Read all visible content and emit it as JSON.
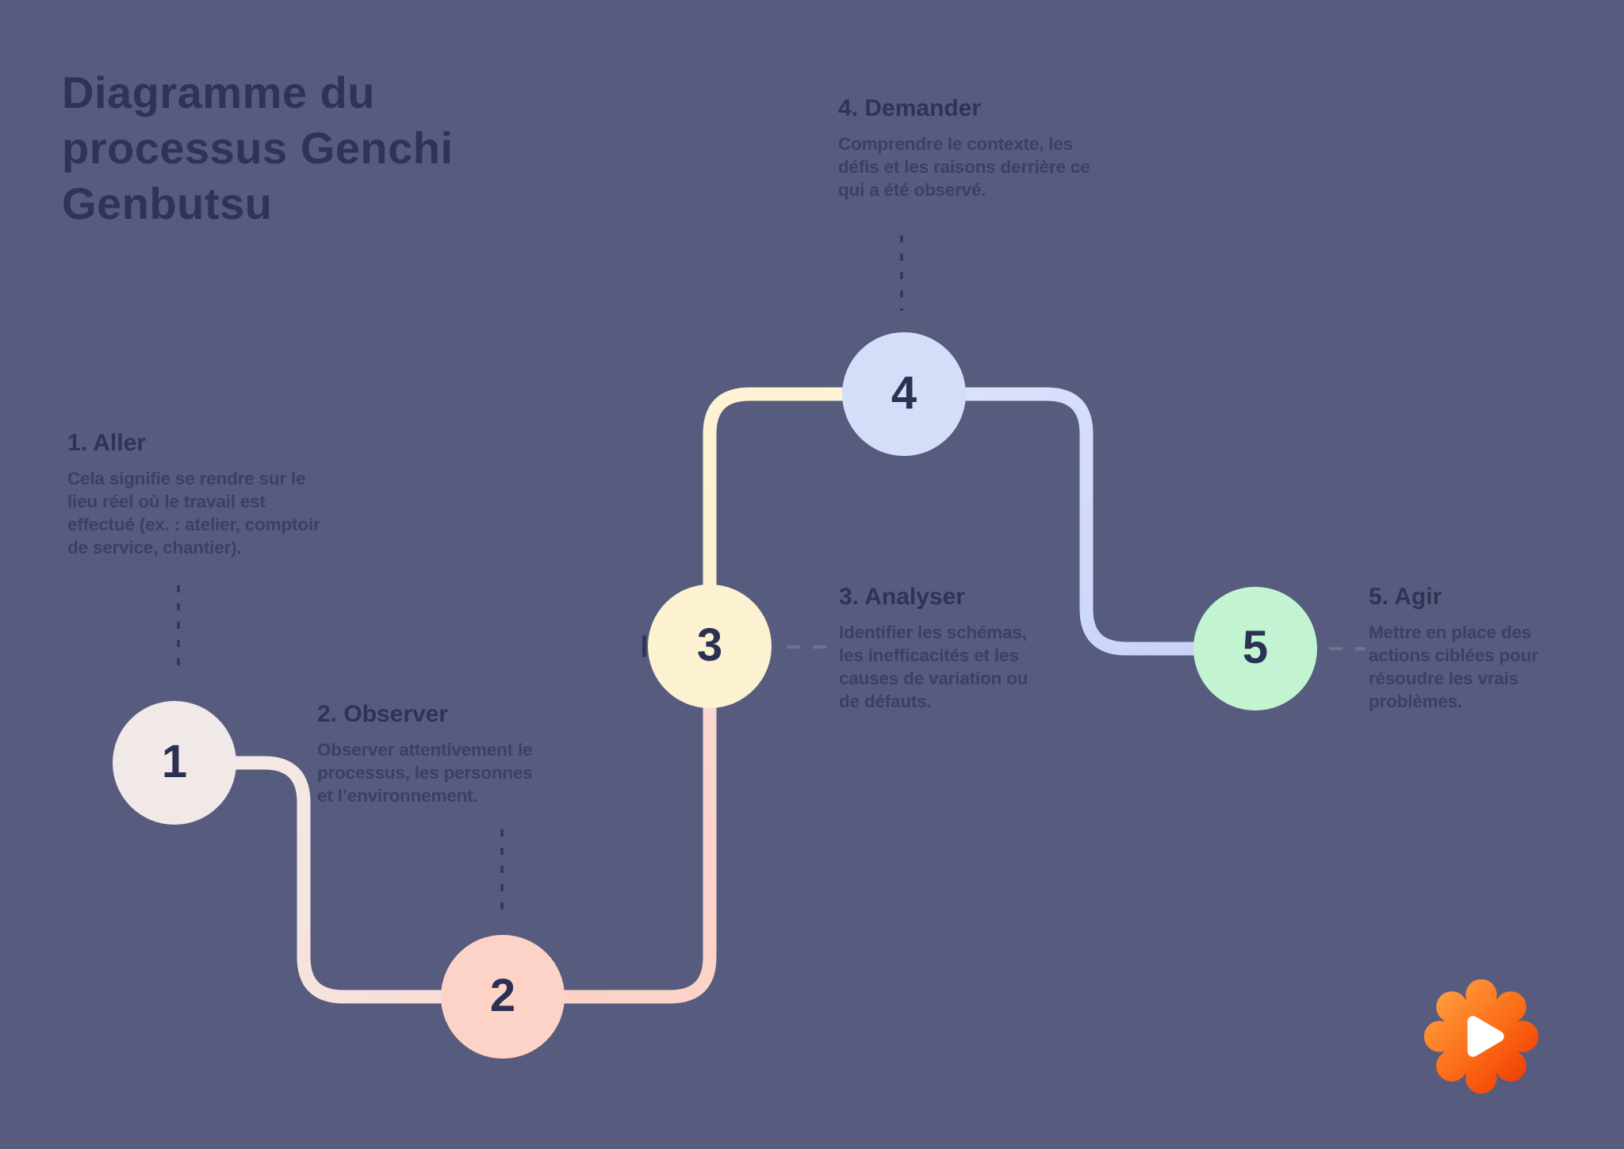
{
  "page": {
    "title": "Diagramme du\nprocessus Genchi\nGenbutsu",
    "background_color": "#575b7d",
    "title_color": "#2e3455",
    "body_text_color": "#3a4163"
  },
  "steps": [
    {
      "number": "1",
      "heading": "1. Aller",
      "description": "Cela signifie se rendre sur le\nlieu réel où le travail est\neffectué (ex. : atelier, comptoir\nde service, chantier).",
      "circle_color": "#f1e9e8"
    },
    {
      "number": "2",
      "heading": "2. Observer",
      "description": "Observer attentivement le\nprocessus, les personnes\net l’environnement.",
      "circle_color": "#fdd3c8"
    },
    {
      "number": "3",
      "heading": "3. Analyser",
      "description": "Identifier les schémas,\nles inefficacités et les\ncauses de variation ou\nde défauts.",
      "circle_color": "#fcf2d1"
    },
    {
      "number": "4",
      "heading": "4. Demander",
      "description": "Comprendre le contexte, les\ndéfis et les raisons derrière ce\nqui a été observé.",
      "circle_color": "#d5def9"
    },
    {
      "number": "5",
      "heading": "5. Agir",
      "description": "Mettre en place des\nactions ciblées pour\nrésoudre les vrais\nproblèmes.",
      "circle_color": "#c2f4d2"
    }
  ],
  "connectors": {
    "seg_1_2_colors": [
      "#f2eae9",
      "#f9ddd5"
    ],
    "seg_2_3_colors": [
      "#fcd2c6",
      "#fbd6d0"
    ],
    "seg_3_4_colors": [
      "#fdf1cd",
      "#fdf3d6"
    ],
    "seg_4_5_colors": [
      "#dde4fb",
      "#c6d1f6"
    ],
    "leader_dot_color": "#2f3659",
    "dash_color": "#6d7292"
  },
  "logo": {
    "icon": "gear-play-icon",
    "gradient": [
      "#ff9a3d",
      "#fb6a14",
      "#ef3d06"
    ],
    "play_color": "#ffffff"
  }
}
